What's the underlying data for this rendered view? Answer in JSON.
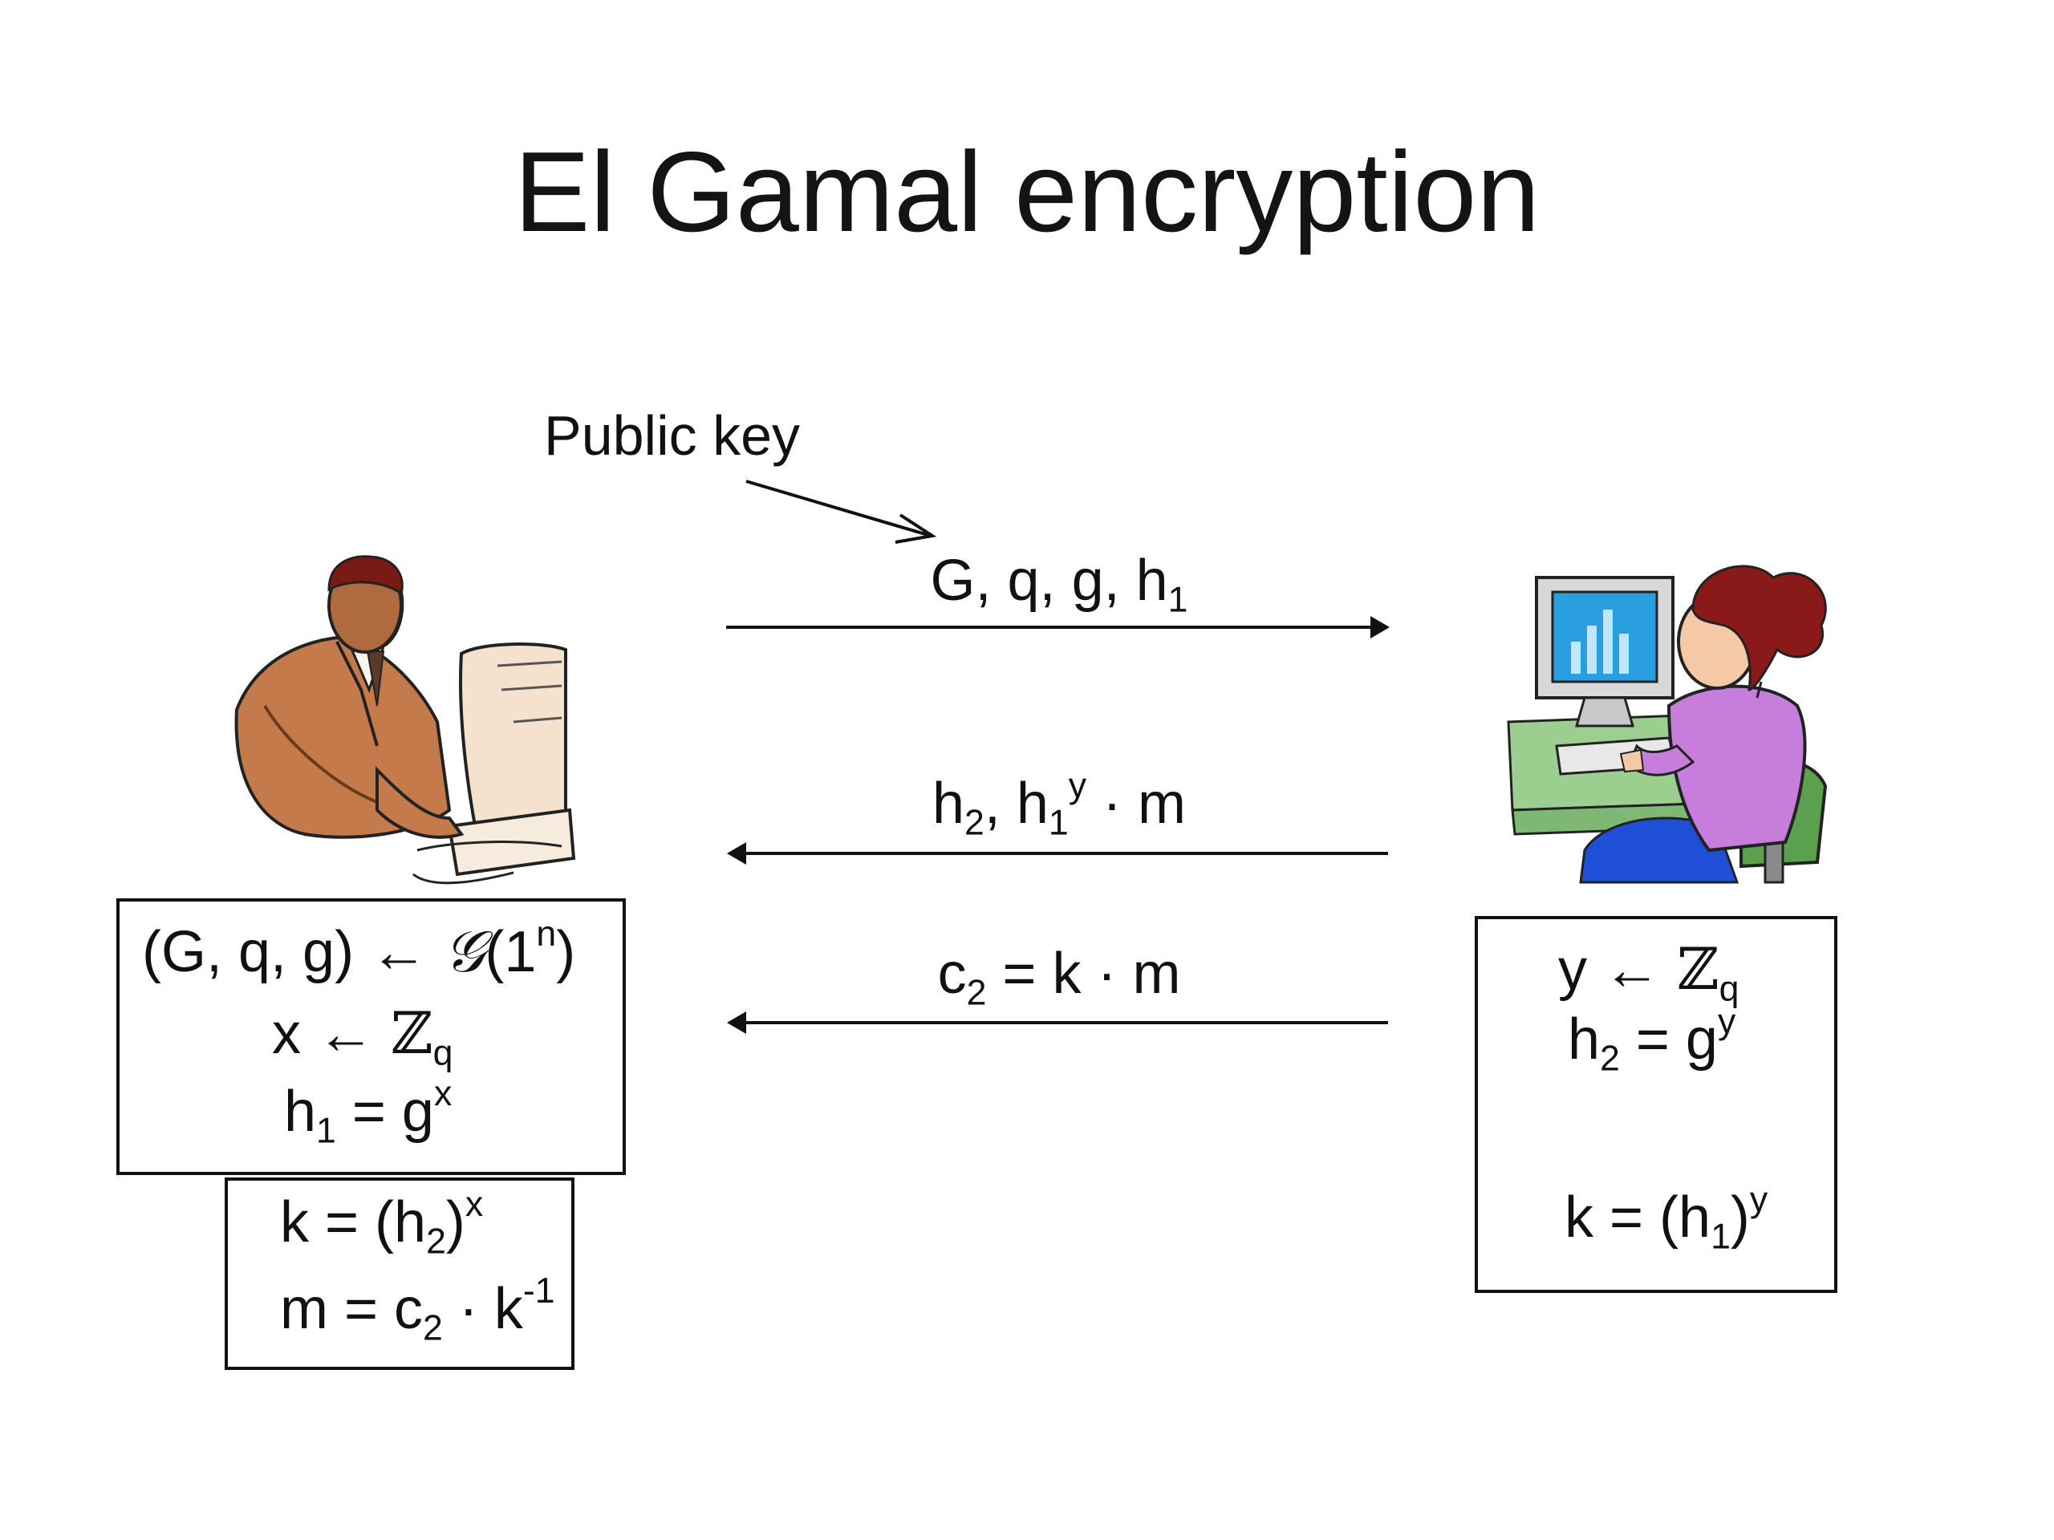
{
  "slide": {
    "title": "El Gamal encryption",
    "public_key_label": "Public key"
  },
  "messages": {
    "to_receiver": {
      "text": "G, q, g, h",
      "sub": "1"
    },
    "to_sender_1": {
      "a": "h",
      "a_sub": "2",
      "sep": ", ",
      "b": "h",
      "b_sub": "1",
      "b_sup": "y",
      "rest": " · m"
    },
    "to_sender_2": {
      "a": "c",
      "a_sub": "2",
      "rest": " =  k · m"
    }
  },
  "sender_keygen": {
    "line1": {
      "prefix": "(G, q, g) ← ",
      "script": "𝒢",
      "arg": "(1",
      "arg_sup": "n",
      "close": ")"
    },
    "line2": {
      "prefix": "x ← ",
      "set": "ℤ",
      "set_sub": "q"
    },
    "line3": {
      "lhs": "h",
      "lhs_sub": "1",
      "eq": " = g",
      "sup": "x"
    }
  },
  "sender_decrypt": {
    "line1": {
      "lhs": "k = (h",
      "lhs_sub": "2",
      "close": ")",
      "sup": "x"
    },
    "line2": {
      "lhs": "m = c",
      "lhs_sub": "2",
      "rest": " · k",
      "sup": "-1"
    }
  },
  "receiver_box": {
    "line1": {
      "prefix": "y ← ",
      "set": "ℤ",
      "set_sub": "q"
    },
    "line2": {
      "lhs": "h",
      "lhs_sub": "2",
      "eq": " = g",
      "sup": "y"
    },
    "line3": {
      "lhs": "k = (h",
      "lhs_sub": "1",
      "close": ")",
      "sup": "y"
    }
  },
  "colors": {
    "ink": "#111111",
    "sender_suit": "#c47a4a",
    "receiver_shirt": "#c77ddb",
    "receiver_hair": "#8a1a1a",
    "monitor_screen": "#2a9fe0",
    "desk_green": "#9ccf8f",
    "chair_green": "#5aa04e",
    "pants_blue": "#1f4fd6"
  },
  "icons": [
    "sender-person-at-computer-icon",
    "receiver-person-at-computer-icon",
    "arrow-right-icon",
    "arrow-left-icon"
  ]
}
